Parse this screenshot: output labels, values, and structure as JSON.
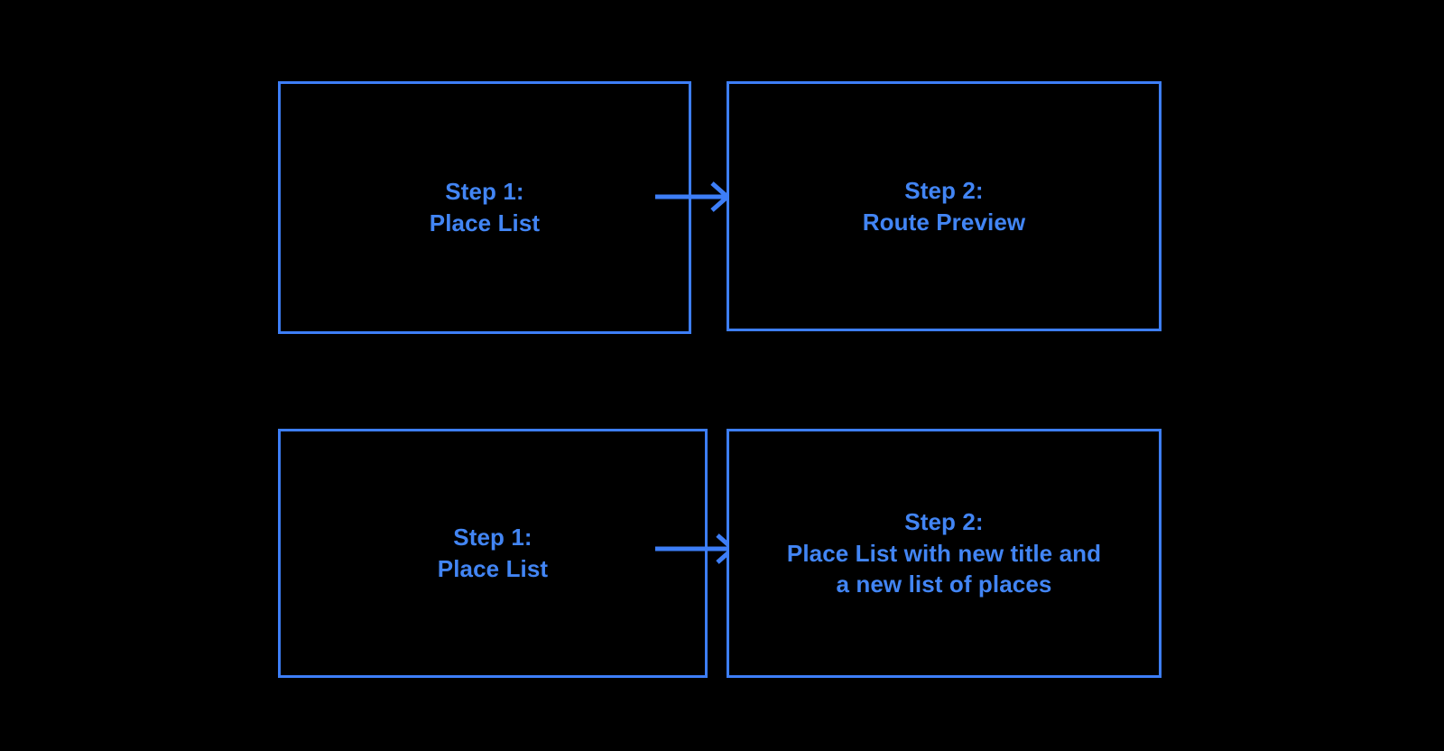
{
  "diagram": {
    "background_color": "#000000",
    "accent_color": "#3d7ef7",
    "text_color": "#4285f4",
    "rows": [
      {
        "name": "route-preview-flow",
        "from": {
          "title": "Step 1:",
          "subtitle": "Place List",
          "label": "Step 1:\nPlace List"
        },
        "arrow": {
          "icon": "arrow-right-icon",
          "direction": "right"
        },
        "to": {
          "title": "Step 2:",
          "subtitle": "Route Preview",
          "label": "Step 2:\nRoute Preview"
        }
      },
      {
        "name": "place-list-update-flow",
        "from": {
          "title": "Step 1:",
          "subtitle": "Place List",
          "label": "Step 1:\nPlace List"
        },
        "arrow": {
          "icon": "arrow-right-icon",
          "direction": "right"
        },
        "to": {
          "title": "Step 2:",
          "subtitle": "Place List with new title and a new list of places",
          "label": "Step 2:\nPlace List with new title and\na new list of places"
        }
      }
    ]
  }
}
